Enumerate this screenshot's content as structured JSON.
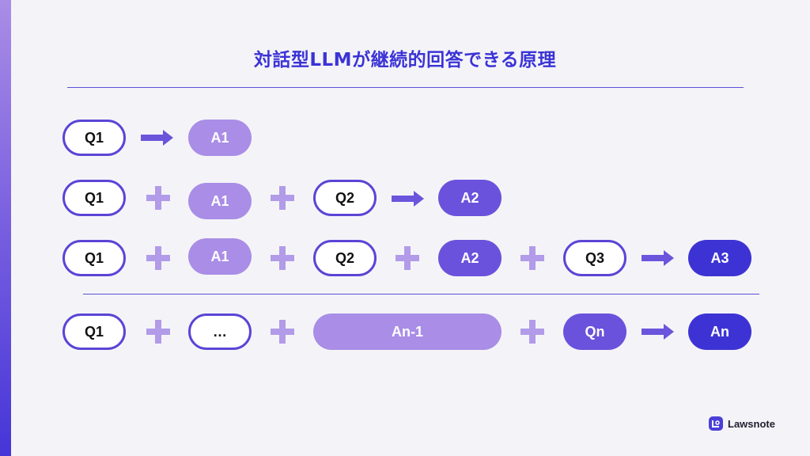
{
  "title": "対話型LLMが継続的回答できる原理",
  "brand": {
    "name": "Lawsnote",
    "icon": "lawsnote-logo-icon",
    "accent": "#4a3fd8"
  },
  "colors": {
    "question_border": "#5a45d6",
    "answer_light": "#a98de6",
    "answer_mid": "#6b52dc",
    "answer_dark": "#3d33d4",
    "operator": "#b29be8",
    "arrow": "#6a55dc"
  },
  "icons": {
    "plus": "plus-icon",
    "arrow": "right-arrow-icon"
  },
  "rows": [
    {
      "items": [
        "Q1",
        "A1"
      ]
    },
    {
      "items": [
        "Q1",
        "A1",
        "Q2",
        "A2"
      ]
    },
    {
      "items": [
        "Q1",
        "A1",
        "Q2",
        "A2",
        "Q3",
        "A3"
      ]
    },
    {
      "items": [
        "Q1",
        "…",
        "An-1",
        "Qn",
        "An"
      ]
    }
  ]
}
